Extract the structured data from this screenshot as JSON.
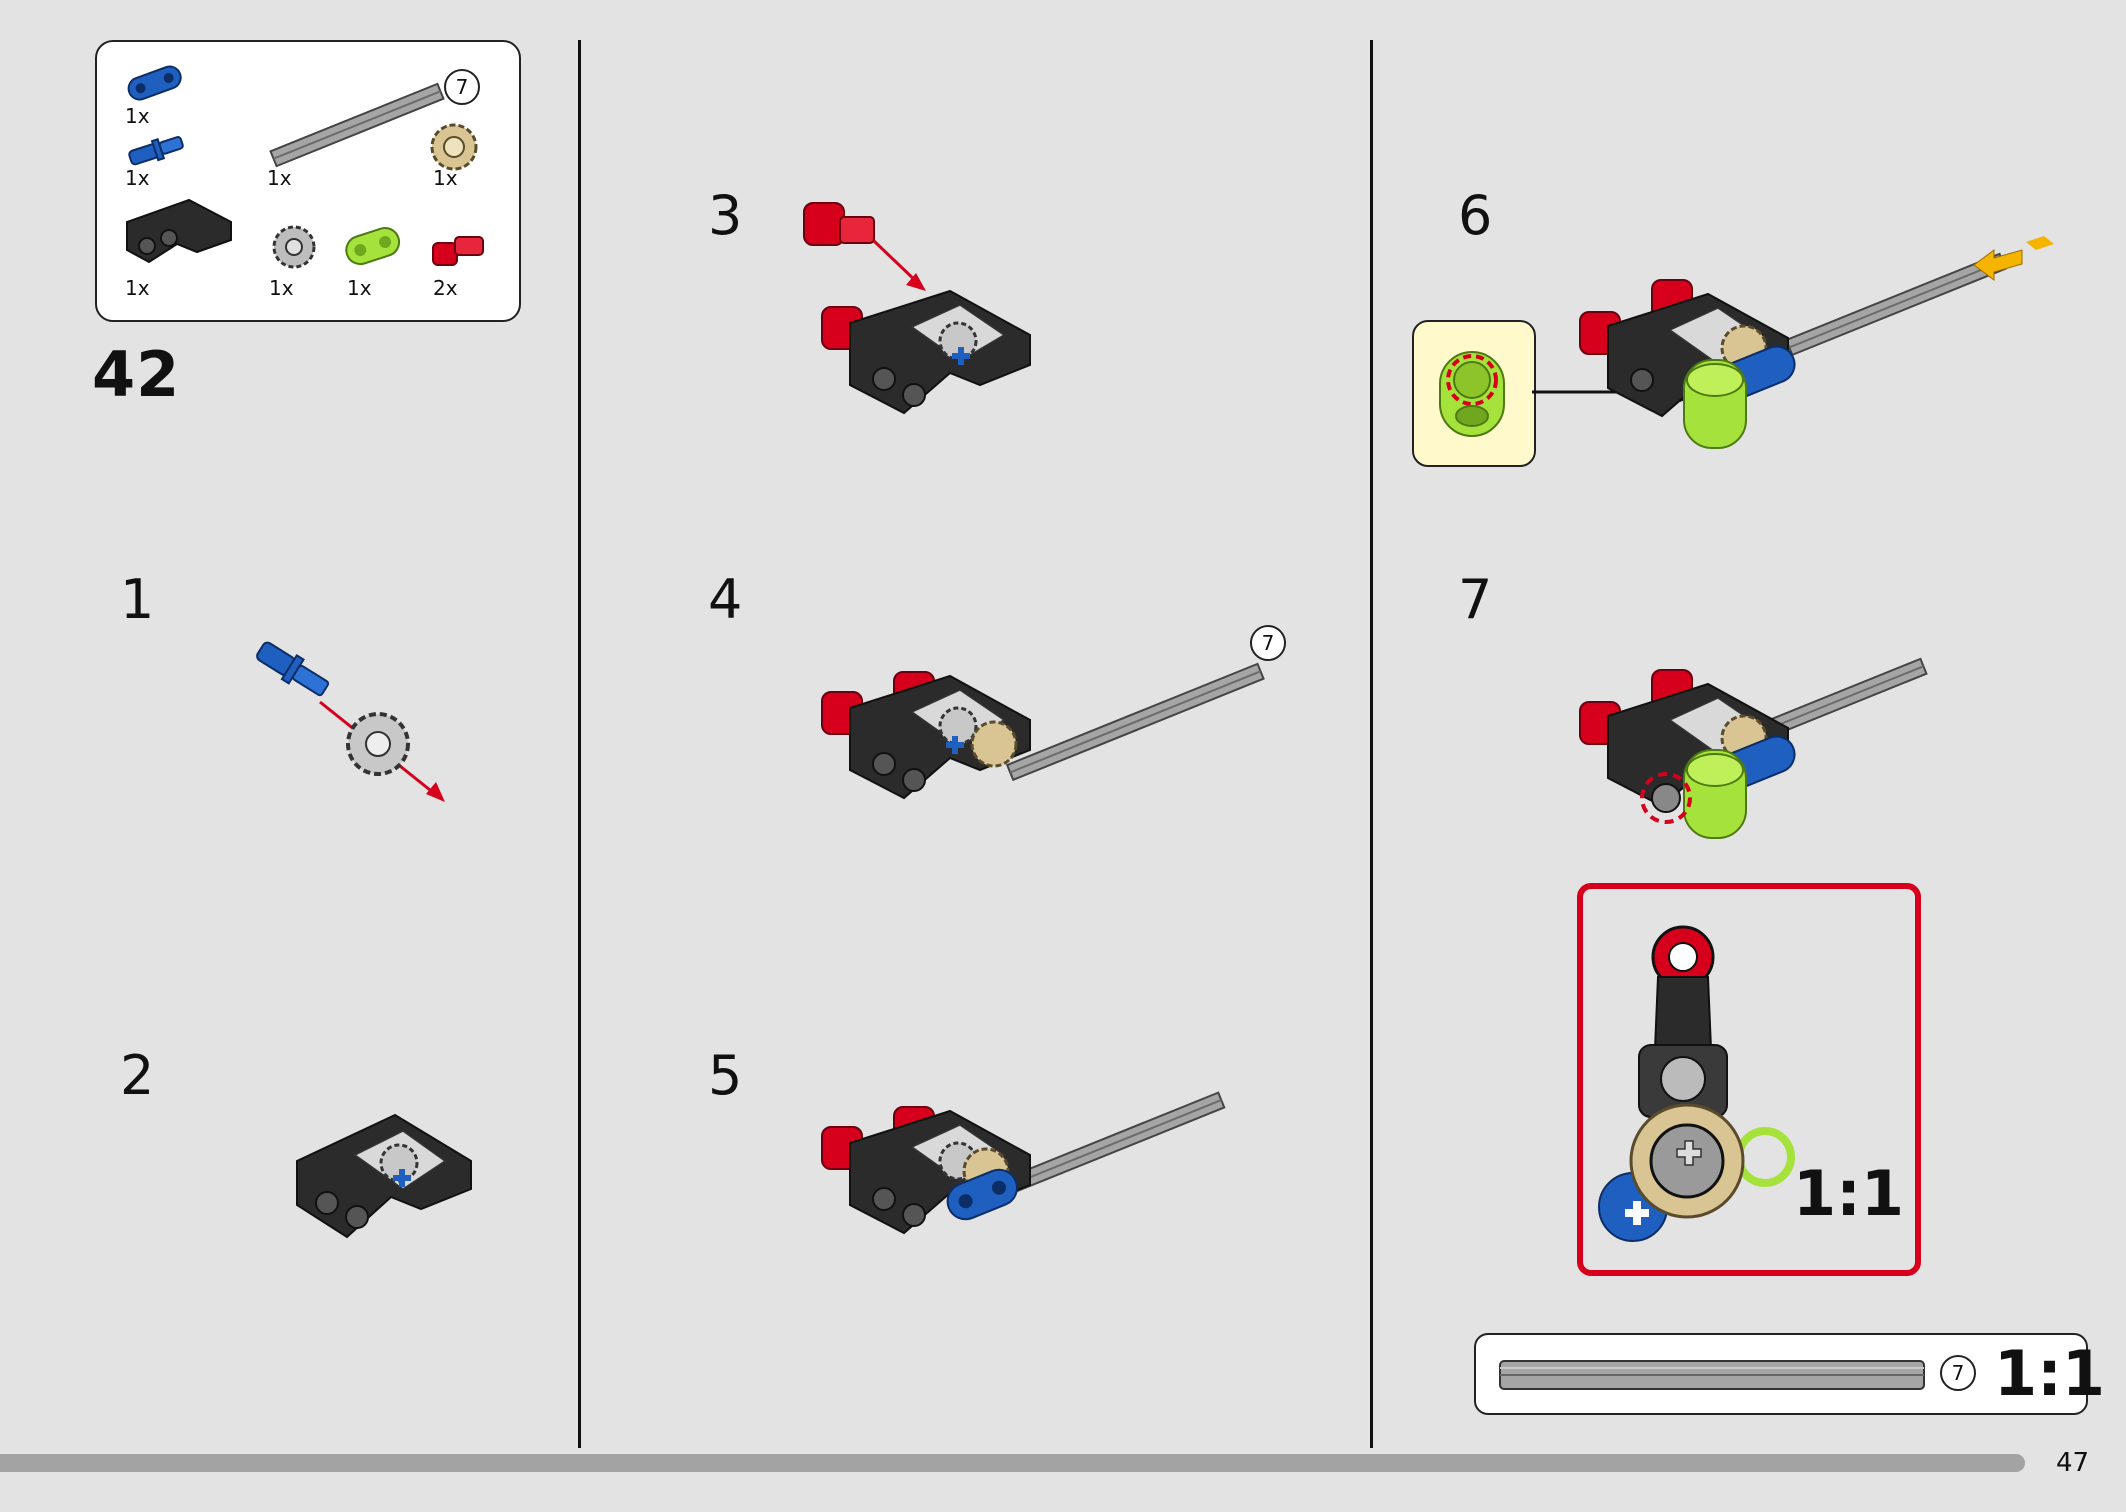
{
  "parts_list": {
    "items": [
      {
        "name": "blue-liftarm-1x2-icon",
        "count": "1x"
      },
      {
        "name": "blue-axle-pin-icon",
        "count": "1x"
      },
      {
        "name": "grey-axle-icon",
        "count": "1x",
        "length": "7"
      },
      {
        "name": "tan-gear-icon",
        "count": "1x"
      },
      {
        "name": "black-frame-icon",
        "count": "1x"
      },
      {
        "name": "grey-gear-icon",
        "count": "1x"
      },
      {
        "name": "lime-liftarm-icon",
        "count": "1x"
      },
      {
        "name": "red-axle-connector-icon",
        "count": "2x"
      }
    ]
  },
  "big_step": "42",
  "steps": [
    {
      "number": "1"
    },
    {
      "number": "2"
    },
    {
      "number": "3"
    },
    {
      "number": "4",
      "axle_length": "7"
    },
    {
      "number": "5"
    },
    {
      "number": "6"
    },
    {
      "number": "7"
    }
  ],
  "scale_view": {
    "label": "1:1"
  },
  "axle_ruler": {
    "length": "7",
    "label": "1:1"
  },
  "page_number": "47",
  "colors": {
    "background": "#e3e3e3",
    "frame_black": "#2b2b2b",
    "connector_red": "#d6001c",
    "pin_blue": "#1f5fbf",
    "lime": "#a6e23c",
    "tan": "#d9c594",
    "axle_grey": "#a5a5a5",
    "arrow_red": "#d6001c",
    "arrow_yellow": "#f4b400"
  }
}
